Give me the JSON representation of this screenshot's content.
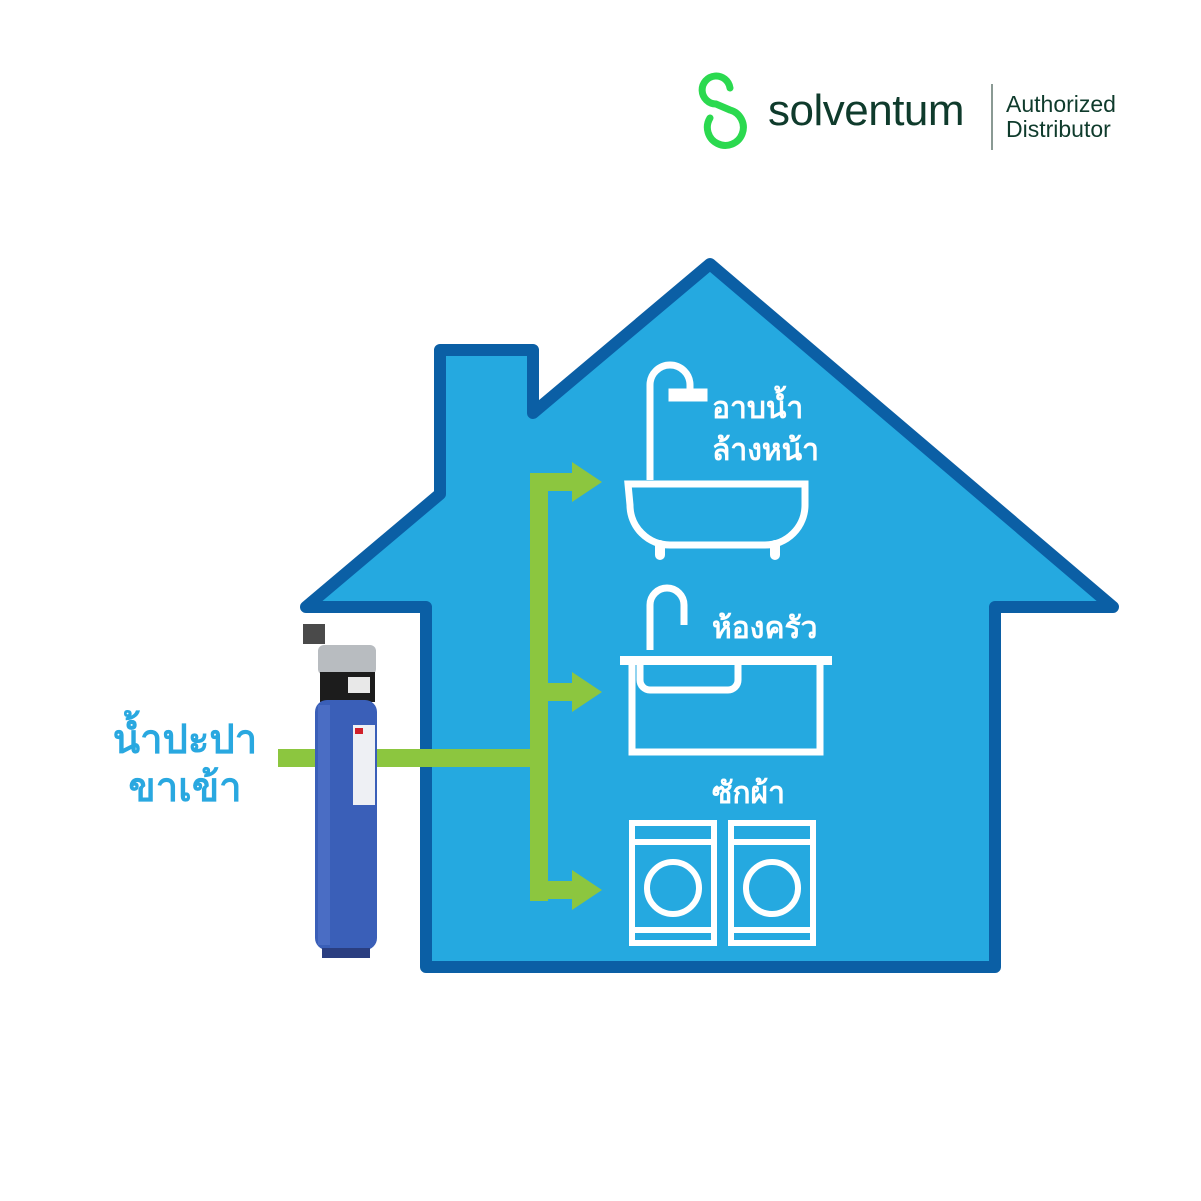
{
  "brand": {
    "name": "solventum",
    "tagline_line1": "Authorized",
    "tagline_line2": "Distributor",
    "logo_color": "#2bd94f",
    "text_color": "#0f3b2c"
  },
  "inlet": {
    "line1": "น้ำปะปา",
    "line2": "ขาเข้า"
  },
  "outlets": [
    {
      "line1": "อาบน้ำ",
      "line2": "ล้างหน้า",
      "icon": "bathtub-shower-icon"
    },
    {
      "line1": "ห้องครัว",
      "icon": "kitchen-sink-icon"
    },
    {
      "line1": "ซักผ้า",
      "icon": "washing-machine-icon"
    }
  ],
  "colors": {
    "house_fill": "#25a9e0",
    "house_outline": "#0b5fa5",
    "pipe": "#8cc63f",
    "filter": "#3a5fb8"
  }
}
